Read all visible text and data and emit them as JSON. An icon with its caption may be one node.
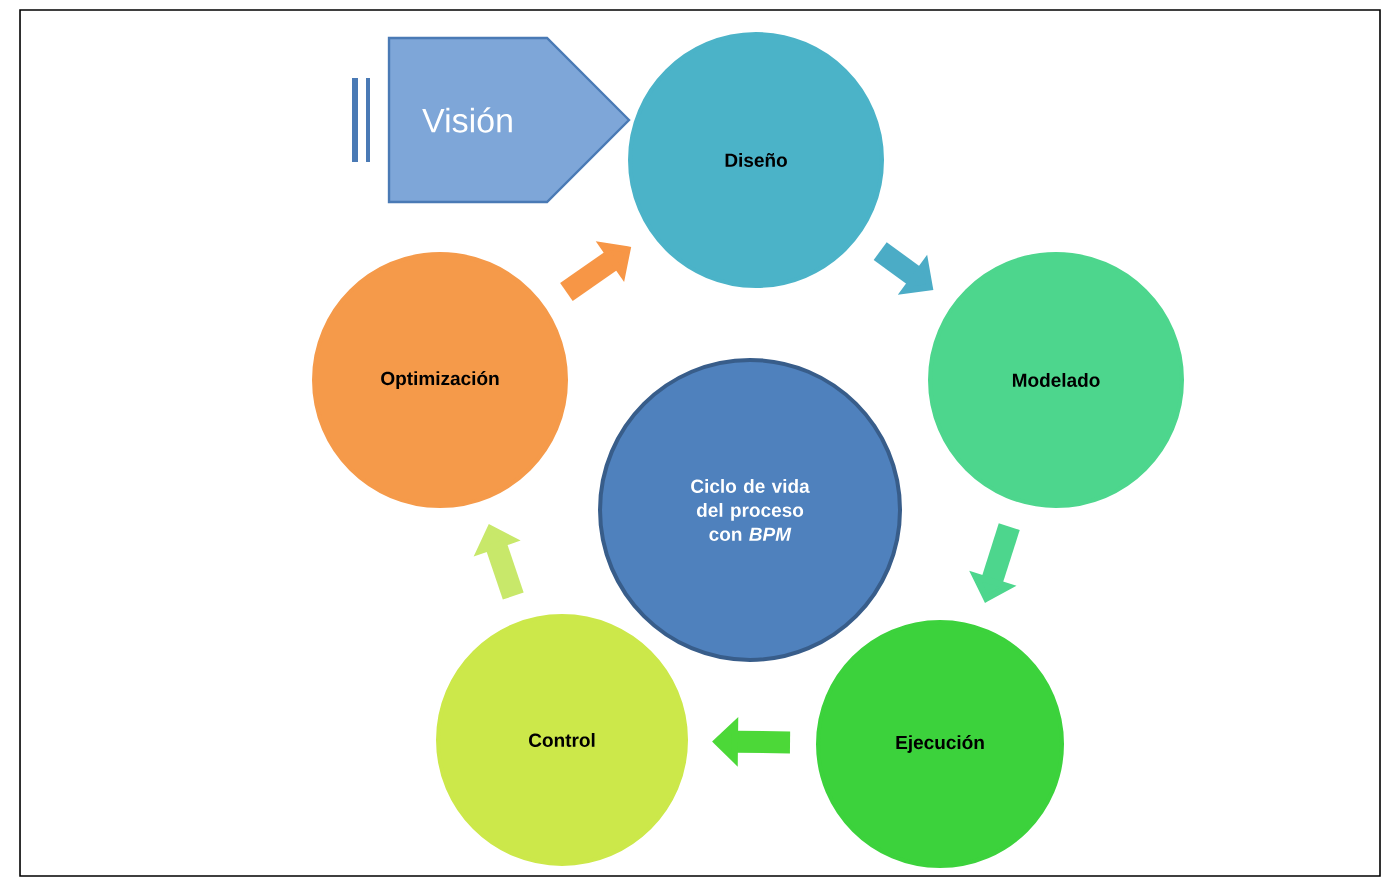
{
  "diagram": {
    "nodes": [
      {
        "text": [
          "Visión"
        ]
      },
      {
        "text": [
          "Diseño"
        ]
      },
      {
        "text": [
          "Modelado"
        ]
      },
      {
        "text": [
          "Ejecución"
        ]
      },
      {
        "text": [
          "Control"
        ]
      },
      {
        "text": [
          "Optimización"
        ]
      },
      {
        "text": [
          "Ciclo de vida del proceso con *BPM*"
        ]
      }
    ],
    "edges": [
      {
        "from": 1,
        "to": 2,
        "arrow": "to",
        "color": "#4bacc6"
      },
      {
        "from": 2,
        "to": 3,
        "arrow": "to",
        "color": "#4dd68d"
      },
      {
        "from": 3,
        "to": 4,
        "arrow": "to",
        "color": "#4cd838"
      },
      {
        "from": 4,
        "to": 5,
        "arrow": "to",
        "color": "#c8e86a"
      },
      {
        "from": 5,
        "to": 1,
        "arrow": "to",
        "color": "#f79646"
      }
    ]
  }
}
